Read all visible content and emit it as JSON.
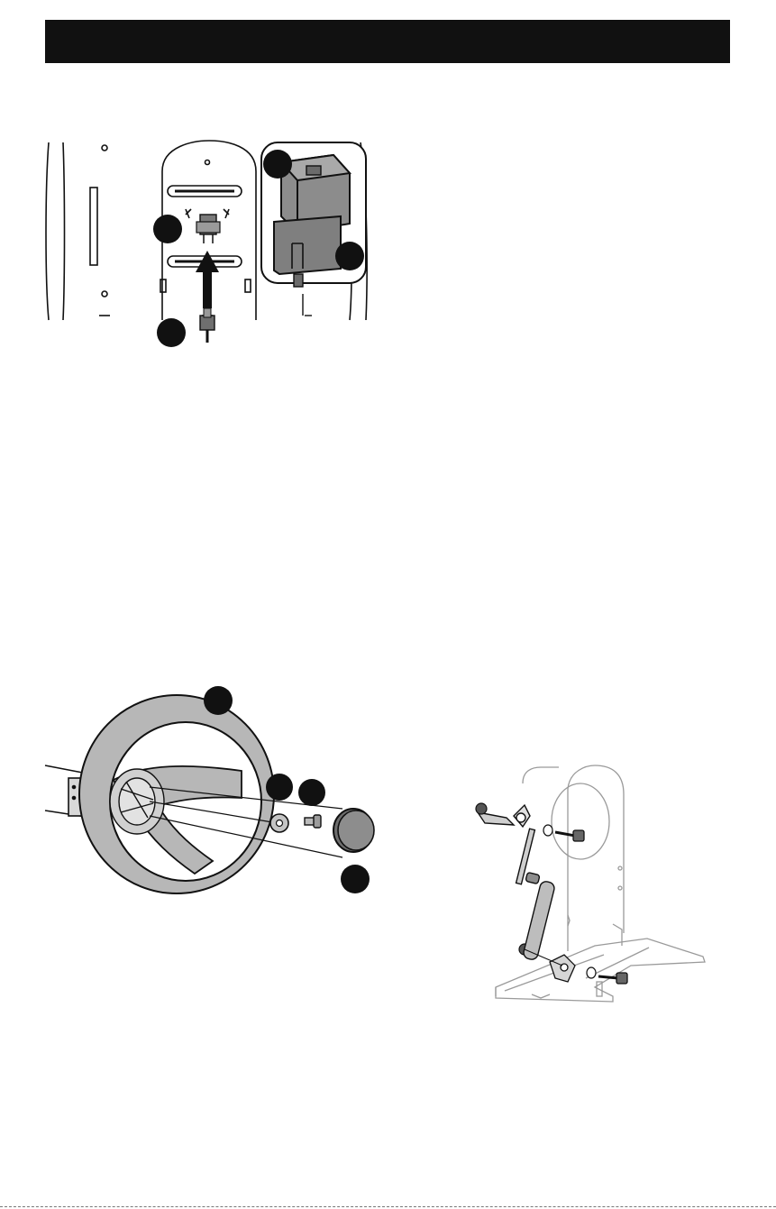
{
  "header": {
    "title": ""
  },
  "colors": {
    "header_bar": "#111111",
    "callout": "#111111",
    "part_gray": "#8a8a8a",
    "light_gray": "#bdbdbd",
    "line": "#111111",
    "faint_line": "#9a9a9a"
  },
  "figures": [
    {
      "id": "connector-figure",
      "callouts": 4
    },
    {
      "id": "steering-wheel-figure",
      "callouts": 4
    },
    {
      "id": "gas-strut-figure",
      "callouts": 0
    }
  ]
}
